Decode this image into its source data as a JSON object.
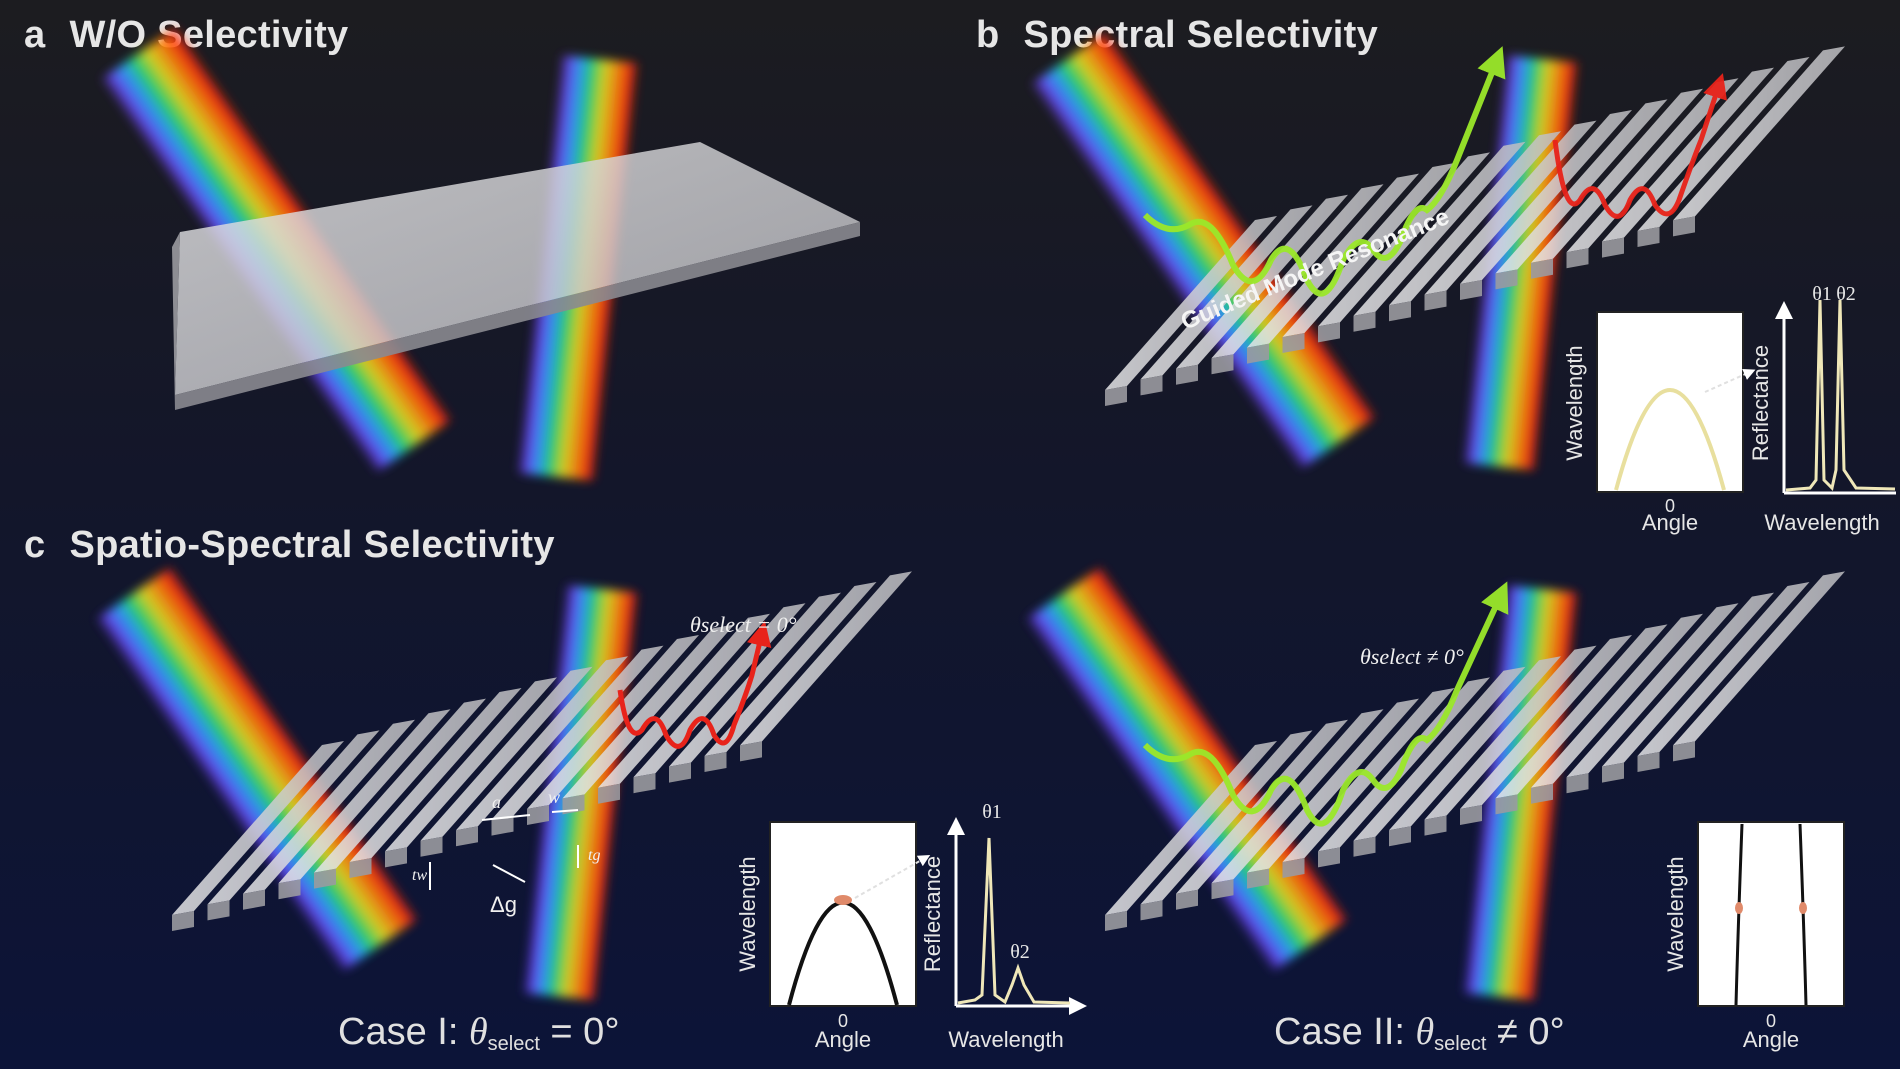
{
  "panels": {
    "a": {
      "letter": "a",
      "title": "W/O Selectivity"
    },
    "b": {
      "letter": "b",
      "title": "Spectral Selectivity",
      "resonance_label": "Guided Mode Resonance"
    },
    "c": {
      "letter": "c",
      "title": "Spatio-Spectral Selectivity"
    }
  },
  "insets": {
    "angle_label": "Angle",
    "wavelength_label": "Wavelength",
    "reflectance_label": "Reflectance",
    "zero_label": "0",
    "theta1": "θ1",
    "theta2": "θ2"
  },
  "annotations": {
    "select_eq": "θselect = 0°",
    "select_neq": "θselect ≠ 0°",
    "dim_a": "a",
    "dim_w": "w",
    "dim_tg": "tg",
    "dim_tw": "tw",
    "dim_dg": "Δg"
  },
  "cases": {
    "case1_prefix": "Case I: ",
    "case1_theta": "θ",
    "case1_sub": "select",
    "case1_suffix": " = 0°",
    "case2_prefix": "Case II: ",
    "case2_theta": "θ",
    "case2_sub": "select",
    "case2_suffix": " ≠ 0°"
  },
  "colors": {
    "background": "#13162a",
    "slab": "#c9c9cc",
    "green_wave": "#9be82a",
    "red_wave": "#e8231a",
    "curve": "#efe7b8"
  }
}
